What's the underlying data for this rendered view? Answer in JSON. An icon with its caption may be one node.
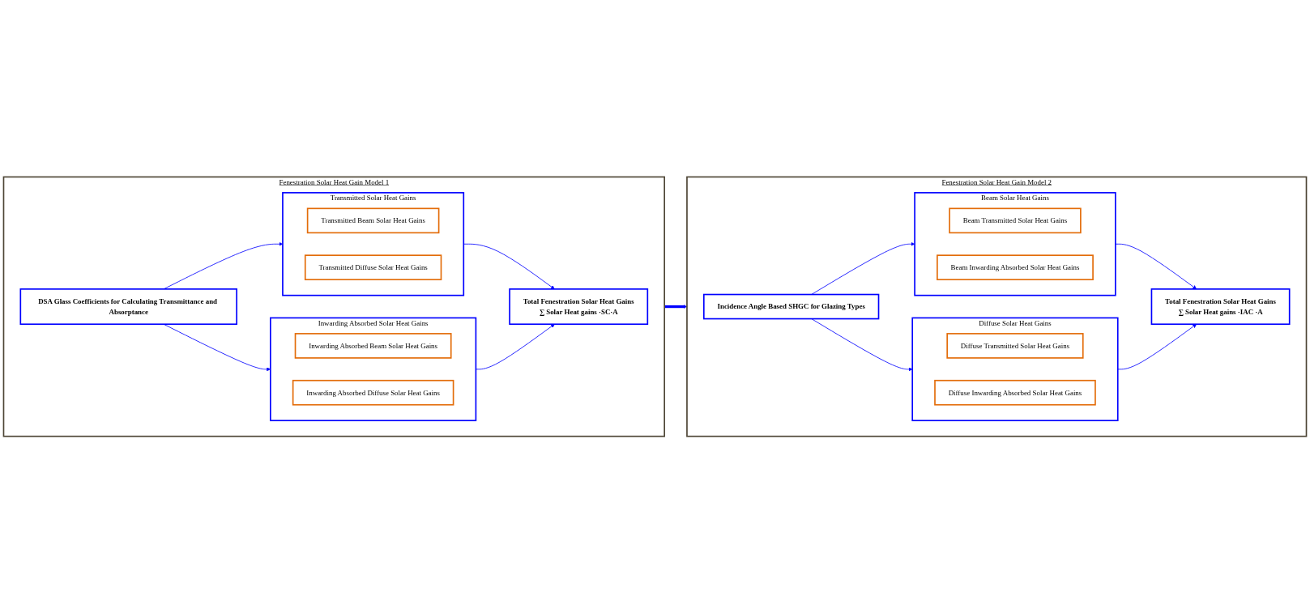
{
  "diagram": {
    "nodes": [
      {
        "text": [
          "Fenestration Solar Heat Gain Model 1"
        ]
      },
      {
        "text": [
          "DSA Glass Coefficients for Calculating Transmittance and Absorptance"
        ],
        "in": 0
      },
      {
        "text": [
          "Transmitted Solar Heat Gains"
        ],
        "in": 0
      },
      {
        "text": [
          "Transmitted Beam Solar Heat Gains"
        ],
        "in": 2
      },
      {
        "text": [
          "Transmitted Diffuse Solar Heat Gains"
        ],
        "in": 2
      },
      {
        "text": [
          "Inwarding Absorbed Solar Heat Gains"
        ],
        "in": 0
      },
      {
        "text": [
          "Inwarding Absorbed Beam Solar Heat Gains"
        ],
        "in": 5
      },
      {
        "text": [
          "Inwarding Absorbed Diffuse Solar Heat Gains"
        ],
        "in": 5
      },
      {
        "text": [
          "Total Fenestration Solar Heat Gains",
          "∑ Solar Heat gains ·SC·A"
        ],
        "in": 0
      },
      {
        "text": [
          "Fenestration Solar Heat Gain Model 2"
        ]
      },
      {
        "text": [
          "Incidence Angle Based SHGC for Glazing Types"
        ],
        "in": 9
      },
      {
        "text": [
          "Beam Solar Heat Gains"
        ],
        "in": 9
      },
      {
        "text": [
          "Beam Transmitted Solar Heat Gains"
        ],
        "in": 11
      },
      {
        "text": [
          "Beam Inwarding Absorbed Solar Heat Gains"
        ],
        "in": 11
      },
      {
        "text": [
          "Diffuse Solar Heat Gains"
        ],
        "in": 9
      },
      {
        "text": [
          "Diffuse Transmitted Solar Heat Gains"
        ],
        "in": 14
      },
      {
        "text": [
          "Diffuse Inwarding Absorbed Solar Heat Gains"
        ],
        "in": 14
      },
      {
        "text": [
          "Total Fenestration Solar Heat Gains",
          "∑ Solar Heat gains ·IAC ·A"
        ],
        "in": 9
      }
    ],
    "edges": [
      {
        "from": 1,
        "to": 2,
        "arrow": "to"
      },
      {
        "from": 1,
        "to": 5,
        "arrow": "to"
      },
      {
        "from": 2,
        "to": 8,
        "arrow": "to"
      },
      {
        "from": 5,
        "to": 8,
        "arrow": "to"
      },
      {
        "from": 0,
        "to": 9,
        "arrow": "to",
        "style": "thick"
      },
      {
        "from": 10,
        "to": 11,
        "arrow": "to"
      },
      {
        "from": 10,
        "to": 14,
        "arrow": "to"
      },
      {
        "from": 11,
        "to": 17,
        "arrow": "to"
      },
      {
        "from": 14,
        "to": 17,
        "arrow": "to"
      }
    ]
  }
}
